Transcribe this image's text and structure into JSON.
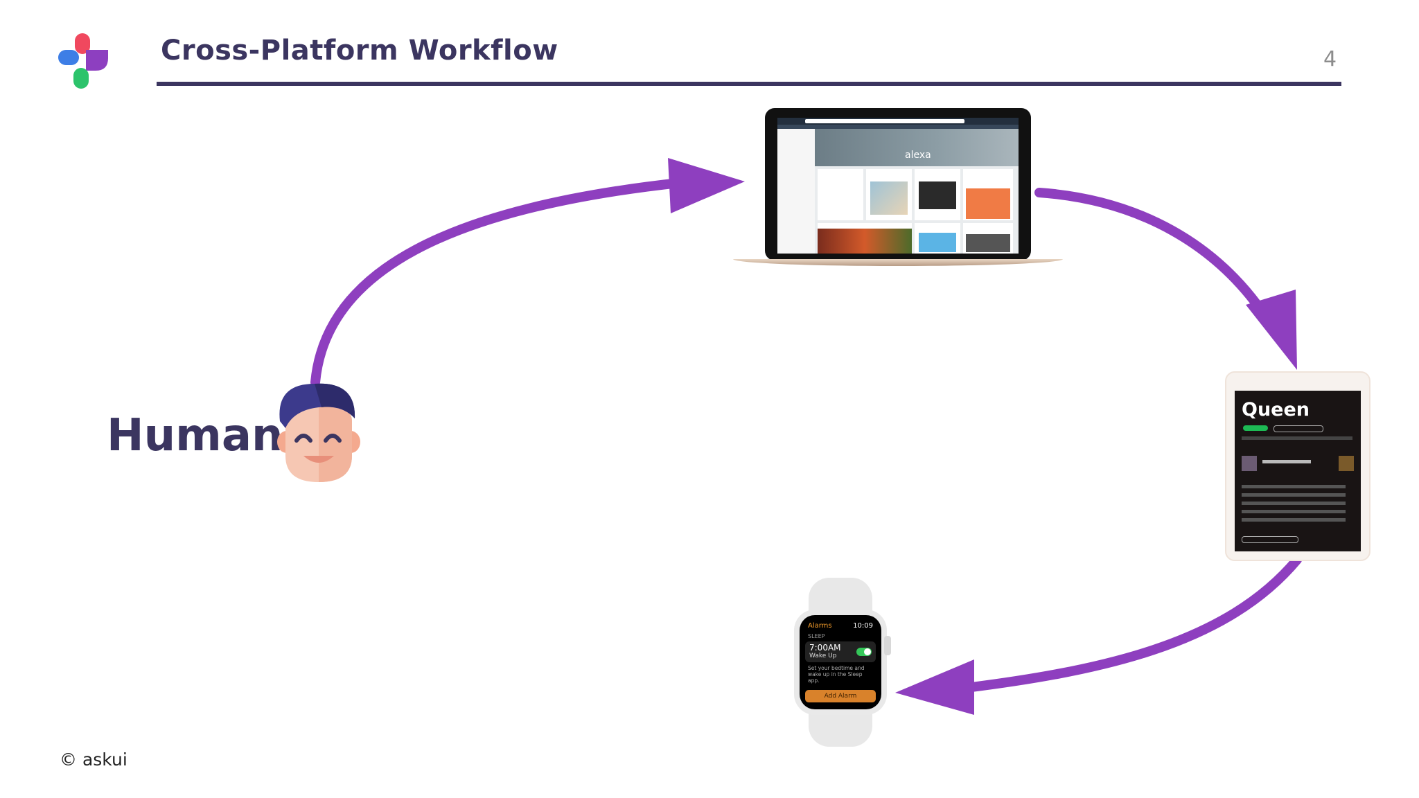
{
  "slide": {
    "title": "Cross-Platform Workflow",
    "page_number": "4",
    "footer": "© askui"
  },
  "colors": {
    "title": "#3b3560",
    "arrow": "#8e3fbf",
    "logo_red": "#f0485e",
    "logo_blue": "#3d7ee6",
    "logo_purple": "#8d3fc0",
    "logo_green": "#2cc36b"
  },
  "human": {
    "label": "Human",
    "icon": "smiling-person-avatar-icon"
  },
  "devices": {
    "laptop": {
      "icon": "laptop-icon",
      "screen_text": "alexa"
    },
    "tablet": {
      "icon": "tablet-icon",
      "artist": "Queen"
    },
    "watch": {
      "icon": "smartwatch-icon",
      "app_title": "Alarms",
      "clock": "10:09",
      "section": "SLEEP",
      "alarm_time": "7:00AM",
      "alarm_label": "Wake Up",
      "note": "Set your bedtime and wake up in the Sleep app.",
      "button": "Add Alarm"
    }
  }
}
